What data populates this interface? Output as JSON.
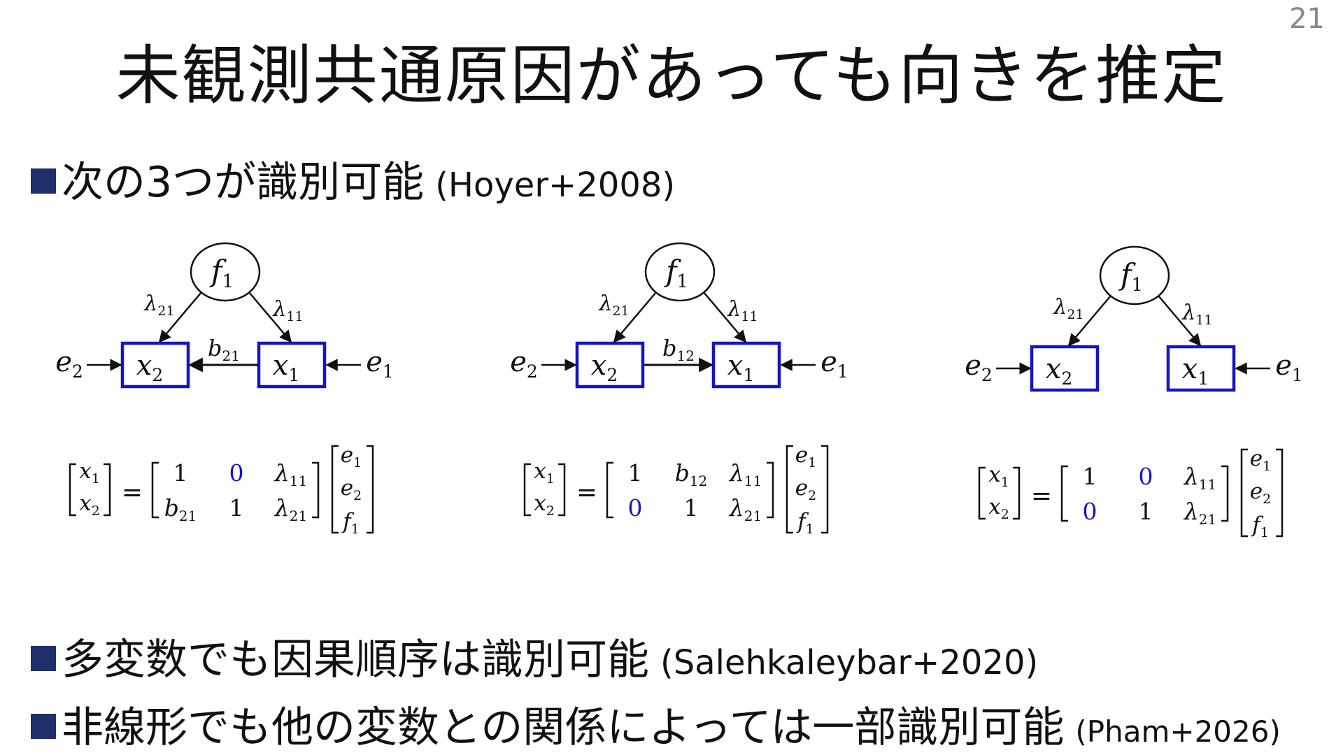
{
  "page_number": "21",
  "title": "未観測共通原因があっても向きを推定",
  "bullets": [
    {
      "text": "次の3つが識別可能",
      "citation": "(Hoyer+2008)"
    },
    {
      "text": "多変数でも因果順序は識別可能",
      "citation": "(Salehkaleybar+2020)"
    },
    {
      "text": "非線形でも他の変数との関係によっては一部識別可能",
      "citation": "(Pham+2026)"
    }
  ],
  "colors": {
    "node_border": "#1414c8",
    "zero_entry": "#1414c8",
    "bullet_square": "#1f2f6b"
  },
  "models": [
    {
      "latent": {
        "name": "f",
        "sub": "1"
      },
      "observed": [
        {
          "name": "x",
          "sub": "2"
        },
        {
          "name": "x",
          "sub": "1"
        }
      ],
      "errors": [
        {
          "name": "e",
          "sub": "2"
        },
        {
          "name": "e",
          "sub": "1"
        }
      ],
      "loadings": [
        {
          "name": "λ",
          "sub": "21"
        },
        {
          "name": "λ",
          "sub": "11"
        }
      ],
      "direct_edge": {
        "name": "b",
        "sub": "21",
        "direction": "x1→x2"
      },
      "equation": {
        "lhs": [
          [
            "x",
            "1"
          ],
          [
            "x",
            "2"
          ]
        ],
        "matrix": [
          [
            {
              "v": "1"
            },
            {
              "v": "0",
              "zero": true
            },
            {
              "v": "λ",
              "sub": "11"
            }
          ],
          [
            {
              "v": "b",
              "sub": "21"
            },
            {
              "v": "1"
            },
            {
              "v": "λ",
              "sub": "21"
            }
          ]
        ],
        "rhs": [
          [
            "e",
            "1"
          ],
          [
            "e",
            "2"
          ],
          [
            "f",
            "1"
          ]
        ]
      }
    },
    {
      "latent": {
        "name": "f",
        "sub": "1"
      },
      "observed": [
        {
          "name": "x",
          "sub": "2"
        },
        {
          "name": "x",
          "sub": "1"
        }
      ],
      "errors": [
        {
          "name": "e",
          "sub": "2"
        },
        {
          "name": "e",
          "sub": "1"
        }
      ],
      "loadings": [
        {
          "name": "λ",
          "sub": "21"
        },
        {
          "name": "λ",
          "sub": "11"
        }
      ],
      "direct_edge": {
        "name": "b",
        "sub": "12",
        "direction": "x2→x1"
      },
      "equation": {
        "lhs": [
          [
            "x",
            "1"
          ],
          [
            "x",
            "2"
          ]
        ],
        "matrix": [
          [
            {
              "v": "1"
            },
            {
              "v": "b",
              "sub": "12"
            },
            {
              "v": "λ",
              "sub": "11"
            }
          ],
          [
            {
              "v": "0",
              "zero": true
            },
            {
              "v": "1"
            },
            {
              "v": "λ",
              "sub": "21"
            }
          ]
        ],
        "rhs": [
          [
            "e",
            "1"
          ],
          [
            "e",
            "2"
          ],
          [
            "f",
            "1"
          ]
        ]
      }
    },
    {
      "latent": {
        "name": "f",
        "sub": "1"
      },
      "observed": [
        {
          "name": "x",
          "sub": "2"
        },
        {
          "name": "x",
          "sub": "1"
        }
      ],
      "errors": [
        {
          "name": "e",
          "sub": "2"
        },
        {
          "name": "e",
          "sub": "1"
        }
      ],
      "loadings": [
        {
          "name": "λ",
          "sub": "21"
        },
        {
          "name": "λ",
          "sub": "11"
        }
      ],
      "direct_edge": null,
      "equation": {
        "lhs": [
          [
            "x",
            "1"
          ],
          [
            "x",
            "2"
          ]
        ],
        "matrix": [
          [
            {
              "v": "1"
            },
            {
              "v": "0",
              "zero": true
            },
            {
              "v": "λ",
              "sub": "11"
            }
          ],
          [
            {
              "v": "0",
              "zero": true
            },
            {
              "v": "1"
            },
            {
              "v": "λ",
              "sub": "21"
            }
          ]
        ],
        "rhs": [
          [
            "e",
            "1"
          ],
          [
            "e",
            "2"
          ],
          [
            "f",
            "1"
          ]
        ]
      }
    }
  ]
}
